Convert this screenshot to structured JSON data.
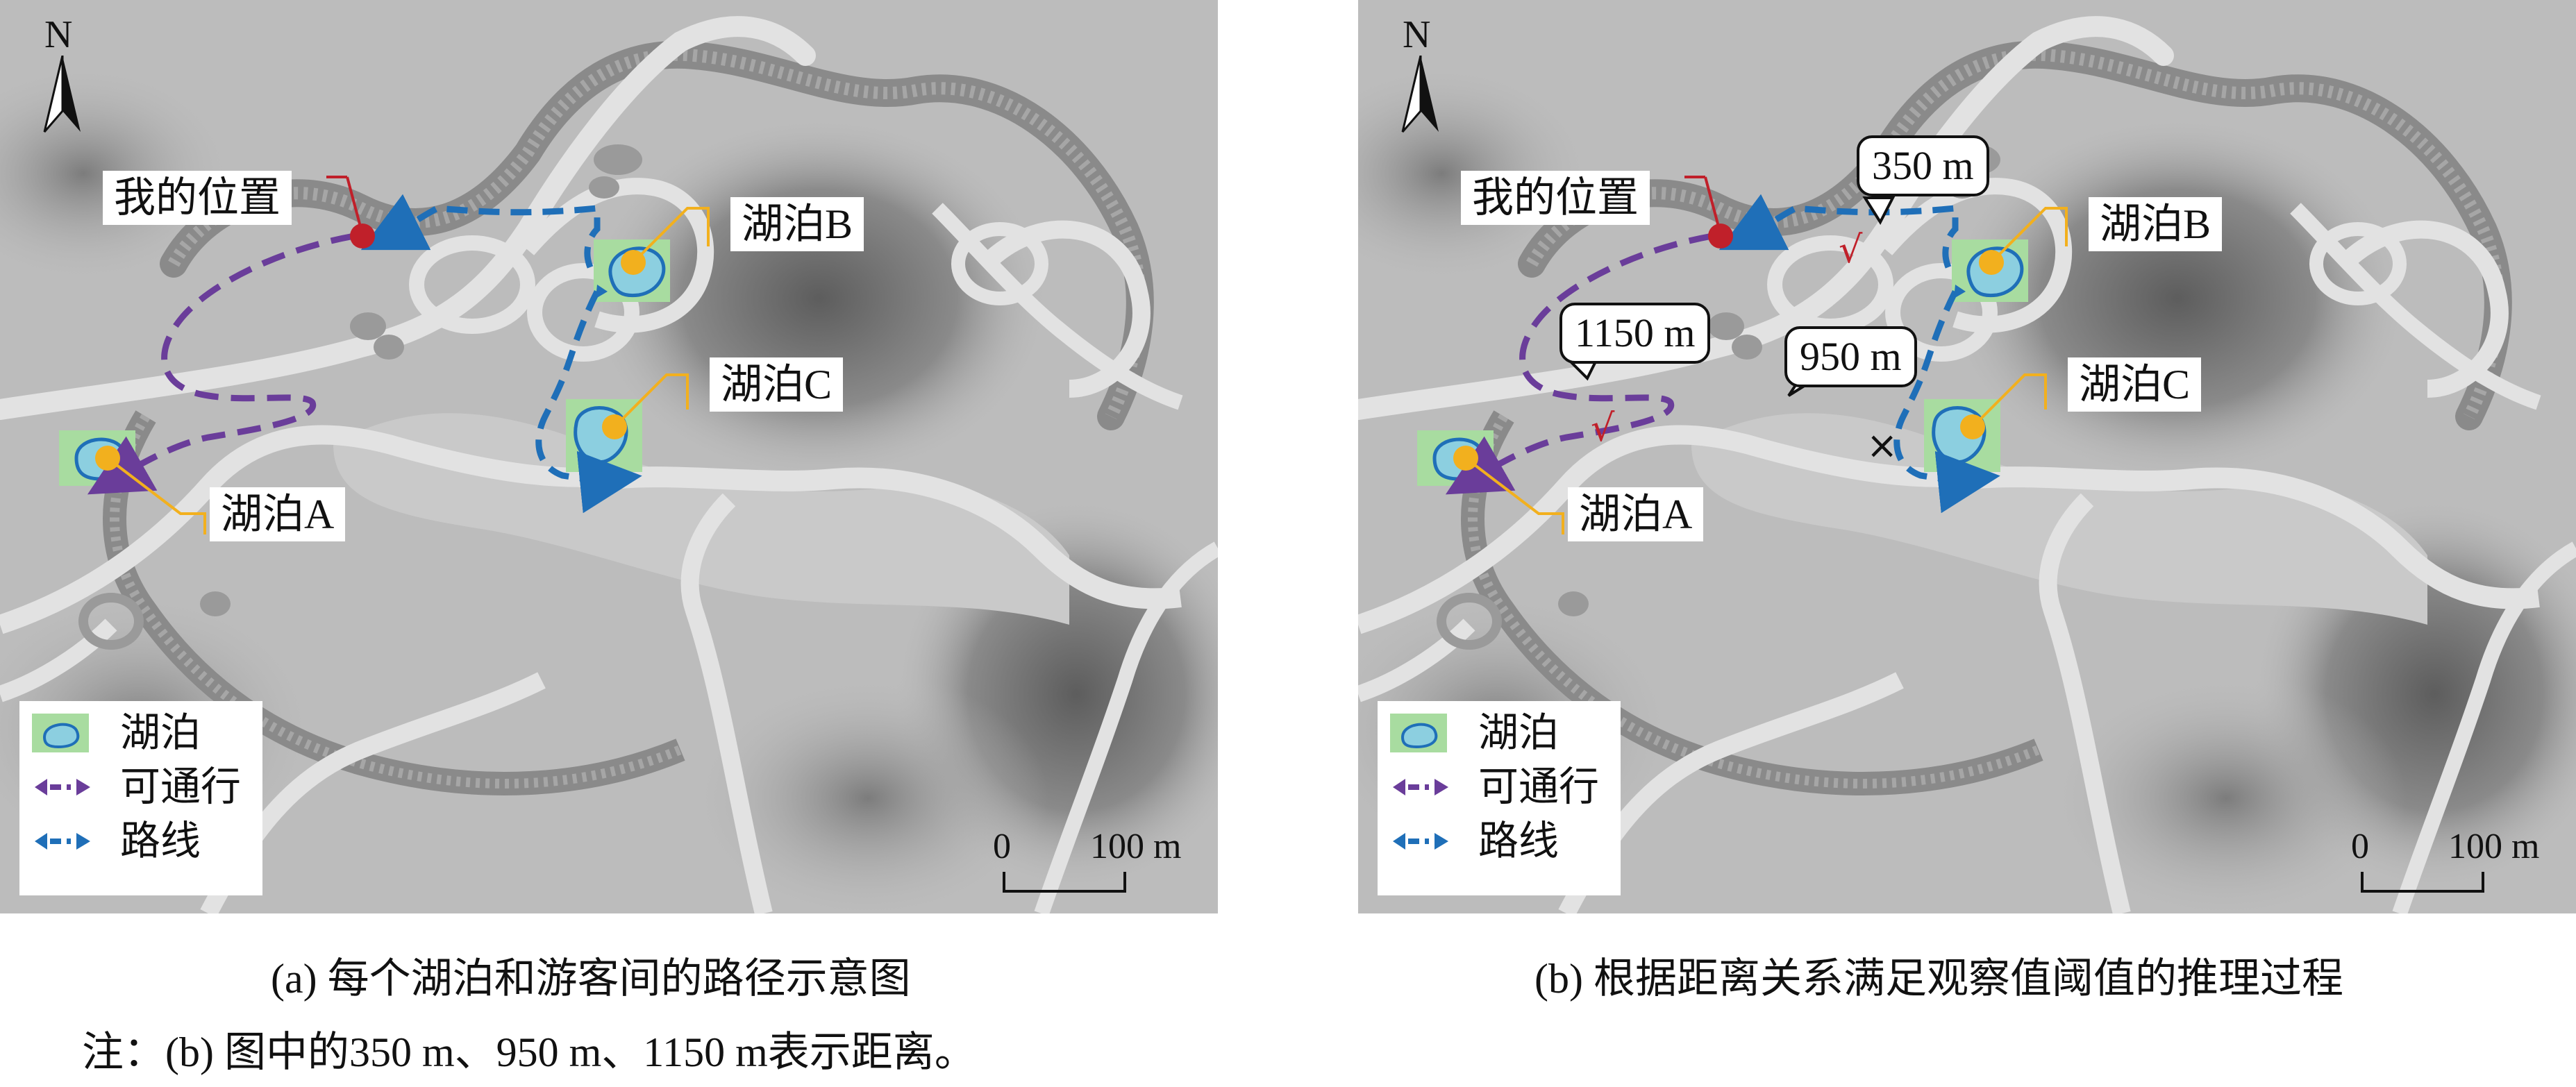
{
  "panels": [
    {
      "id": "a",
      "labels": {
        "my_location": "我的位置",
        "lake_a": "湖泊A",
        "lake_b": "湖泊B",
        "lake_c": "湖泊C"
      },
      "callouts": []
    },
    {
      "id": "b",
      "labels": {
        "my_location": "我的位置",
        "lake_a": "湖泊A",
        "lake_b": "湖泊B",
        "lake_c": "湖泊C"
      },
      "callouts": [
        "350 m",
        "950 m",
        "1150 m"
      ],
      "marks": {
        "check": "√",
        "cross": "×"
      }
    }
  ],
  "legend": {
    "lake": "湖泊",
    "passable": "可通行",
    "route": "路线"
  },
  "north_letter": "N",
  "scale": {
    "zero": "0",
    "distance": "100 m"
  },
  "captions": {
    "a": "(a) 每个湖泊和游客间的路径示意图",
    "b": "(b) 根据距离关系满足观察值阈值的推理过程"
  },
  "note": "注：(b) 图中的350 m、950 m、1150 m表示距离。",
  "colors": {
    "passable_path": "#6a3d9a",
    "route_path": "#1f6fb8",
    "location_marker": "#c0202a",
    "lake_marker": "#f2b01e",
    "lake_fill": "#8ccfe0",
    "lake_box": "#a8dca0",
    "leader_line": "#f2b01e",
    "location_leader": "#c0202a"
  },
  "icons": [
    "north-arrow-icon",
    "lake-icon",
    "passable-arrow-icon",
    "route-arrow-icon",
    "location-marker-icon",
    "lake-marker-icon"
  ]
}
